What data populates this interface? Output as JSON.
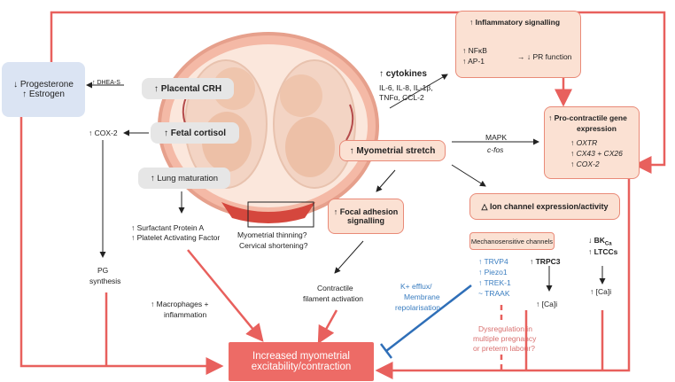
{
  "hormones_box": {
    "line1": "↓ Progesterone",
    "line2": "↑ Estrogen"
  },
  "dhea_label": "↑ DHEA-S",
  "placental_crh": "↑ Placental CRH",
  "fetal_cortisol": "↑ Fetal cortisol",
  "cox2_label": "↑ COX-2",
  "lung_maturation": "↑ Lung maturation",
  "surfactant": {
    "line1": "↑ Surfactant Protein A",
    "line2": "↑ Platelet Activating Factor"
  },
  "pg_synthesis": {
    "line1": "PG",
    "line2": "synthesis"
  },
  "macrophages": {
    "line1": "↑ Macrophages +",
    "line2": "inflammation"
  },
  "thinning": {
    "line1": "Myometrial thinning?",
    "line2": "Cervical shortening?"
  },
  "cytokines": {
    "title": "↑ cytokines",
    "line1": "IL-6, IL-8, IL-1β,",
    "line2": "TNFα, CCL-2"
  },
  "inflammatory": {
    "title": "↑ Inflammatory signalling",
    "nfkb": "↑ NFκB",
    "ap1": "↑ AP-1",
    "pr": "→ ↓ PR function"
  },
  "pro_contractile": {
    "title1": "↑ Pro-contractile gene",
    "title2": "expression",
    "g1": "↑ OXTR",
    "g2": "↑ CX43 + CX26",
    "g3": "↑ COX-2"
  },
  "mapk": {
    "line1": "MAPK",
    "line2": "c-fos"
  },
  "stretch": "↑ Myometrial stretch",
  "focal": {
    "line1": "↑ Focal adhesion",
    "line2": "signalling"
  },
  "ion_channel": "△ Ion channel expression/activity",
  "mechano": "Mechanosensitive channels",
  "channels": [
    "↑  TRVP4",
    "↑  Piezo1",
    "↑  TREK-1",
    "~  TRAAK"
  ],
  "trpc3": "↑ TRPC3",
  "bk": {
    "line1": "↓ BK",
    "sub": "Ca",
    "line2": "↑ LTCCs"
  },
  "cai_1": "↑ [Ca]i",
  "cai_2": "↑ [Ca]i",
  "contractile": {
    "line1": "Contractile",
    "line2": "filament activation"
  },
  "efflux": {
    "line1": "K+ efflux/",
    "line2": "Membrane",
    "line3": "repolarisation"
  },
  "dysregulation": {
    "line1": "Dysregulation in",
    "line2": "multiple pregnancy",
    "line3": "or preterm labour?"
  },
  "outcome": {
    "line1": "Increased myometrial",
    "line2": "excitability/contraction"
  },
  "colors": {
    "red": "#e8605d",
    "peach": "#fbe1d3",
    "grey": "#e6e6e6",
    "blue": "#dbe4f3",
    "blue_text": "#3a7dc0"
  }
}
